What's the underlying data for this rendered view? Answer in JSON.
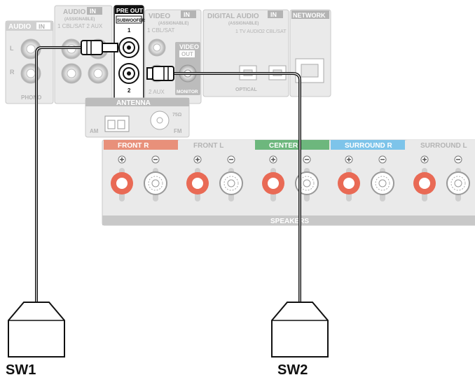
{
  "panel": {
    "audio_in_left": {
      "title": "AUDIO",
      "badge": "IN",
      "left": "L",
      "right": "R",
      "phono": "PHONO"
    },
    "audio_in_assignable": {
      "title": "AUDIO",
      "badge": "IN",
      "sub": "(ASSIGNABLE)",
      "labels": "1 CBL/SAT  2 AUX"
    },
    "pre_out": {
      "title": "PRE OUT",
      "sub": "SUBWOOFER",
      "jack1": "1",
      "jack2": "2"
    },
    "video_in": {
      "title": "VIDEO",
      "badge": "IN",
      "sub": "(ASSIGNABLE)",
      "label1": "1 CBL/SAT",
      "label2": "2 AUX"
    },
    "video_out": {
      "title": "VIDEO",
      "badge": "OUT",
      "monitor": "MONITOR"
    },
    "digital_audio": {
      "title": "DIGITAL AUDIO",
      "badge": "IN",
      "sub": "(ASSIGNABLE)",
      "label1": "1   TV\nAUDIO",
      "label2": "2 CBL/SAT",
      "optical": "OPTICAL"
    },
    "network": {
      "title": "NETWORK"
    },
    "antenna": {
      "title": "ANTENNA",
      "am": "AM",
      "fm": "FM",
      "ohm": "75Ω"
    },
    "speakers": {
      "channels": [
        {
          "name": "FRONT R",
          "color": "#e8907a"
        },
        {
          "name": "FRONT L",
          "color": "#ffffff"
        },
        {
          "name": "CENTER",
          "color": "#6db77d"
        },
        {
          "name": "SURROUND R",
          "color": "#7dc4ea"
        },
        {
          "name": "SURROUND L",
          "color": "#ffffff"
        }
      ],
      "footer": "SPEAKERS"
    }
  },
  "subwoofers": [
    {
      "label": "SW1"
    },
    {
      "label": "SW2"
    }
  ],
  "colors": {
    "panel_gray": "#eaeaea",
    "panel_border": "#c8c8c8",
    "label_gray": "#b4b4b4",
    "pre_out_black": "#111111",
    "cable": "#111111",
    "terminal_red": "#e96a55"
  }
}
